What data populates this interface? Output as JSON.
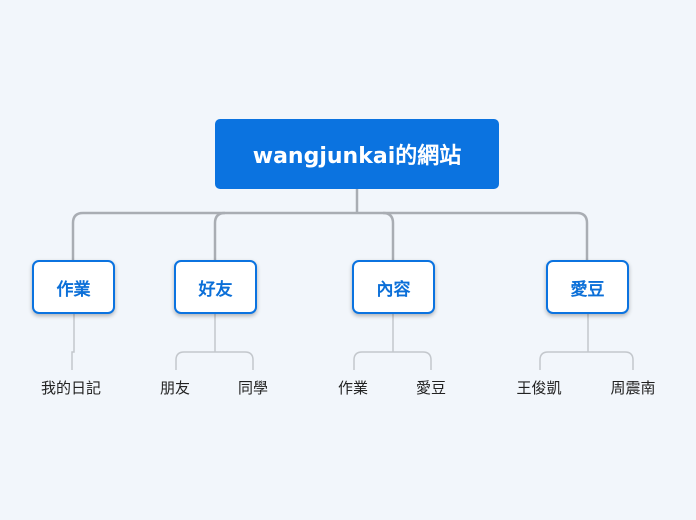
{
  "root": {
    "label": "wangjunkai的網站"
  },
  "branches": [
    {
      "label": "作業",
      "children": [
        "我的日記"
      ]
    },
    {
      "label": "好友",
      "children": [
        "朋友",
        "同學"
      ]
    },
    {
      "label": "內容",
      "children": [
        "作業",
        "愛豆"
      ]
    },
    {
      "label": "愛豆",
      "children": [
        "王俊凱",
        "周震南"
      ]
    }
  ],
  "colors": {
    "node_blue": "#0b73e0",
    "connector_gray": "#a9adb3",
    "background": "#f2f6fb"
  }
}
